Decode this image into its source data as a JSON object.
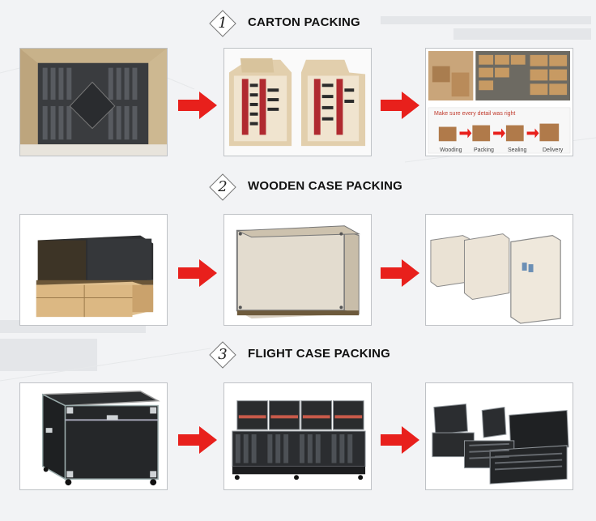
{
  "sections": [
    {
      "number": "1",
      "title": "CARTON PACKING"
    },
    {
      "number": "2",
      "title": "WOODEN CASE PACKING"
    },
    {
      "number": "3",
      "title": "FLIGHT CASE PACKING"
    }
  ],
  "process_card": {
    "heading": "Make sure every detail was right",
    "steps": [
      "Wooding",
      "Packing",
      "Sealing",
      "Delivery"
    ]
  },
  "colors": {
    "arrow": "#e8201c",
    "background": "#f2f3f5",
    "card_border": "#bfc2c6"
  }
}
